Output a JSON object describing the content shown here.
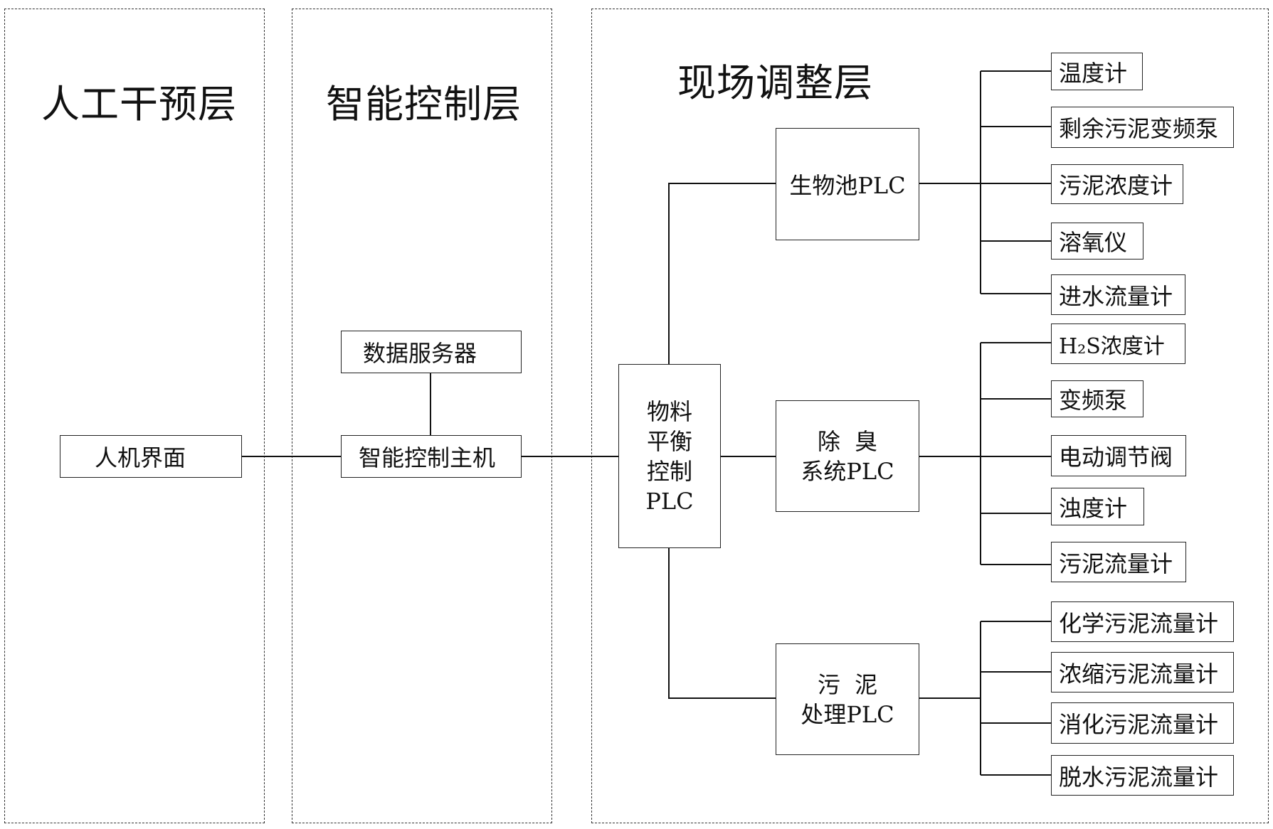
{
  "layers": {
    "manual": "人工干预层",
    "smart": "智能控制层",
    "field": "现场调整层"
  },
  "nodes": {
    "hmi": "人机界面",
    "data_server": "数据服务器",
    "smart_host": "智能控制主机",
    "balance_plc": [
      "物料",
      "平衡",
      "控制",
      "PLC"
    ],
    "bio_plc": "生物池PLC",
    "deodor_plc": [
      "除  臭",
      "系统PLC"
    ],
    "sludge_plc": [
      "污  泥",
      "处理PLC"
    ]
  },
  "bio_devices": [
    "温度计",
    "剩余污泥变频泵",
    "污泥浓度计",
    "溶氧仪",
    "进水流量计"
  ],
  "deodor_devices": [
    "H₂S浓度计",
    "变频泵",
    "电动调节阀",
    "浊度计",
    "污泥流量计"
  ],
  "sludge_devices": [
    "化学污泥流量计",
    "浓缩污泥流量计",
    "消化污泥流量计",
    "脱水污泥流量计"
  ]
}
